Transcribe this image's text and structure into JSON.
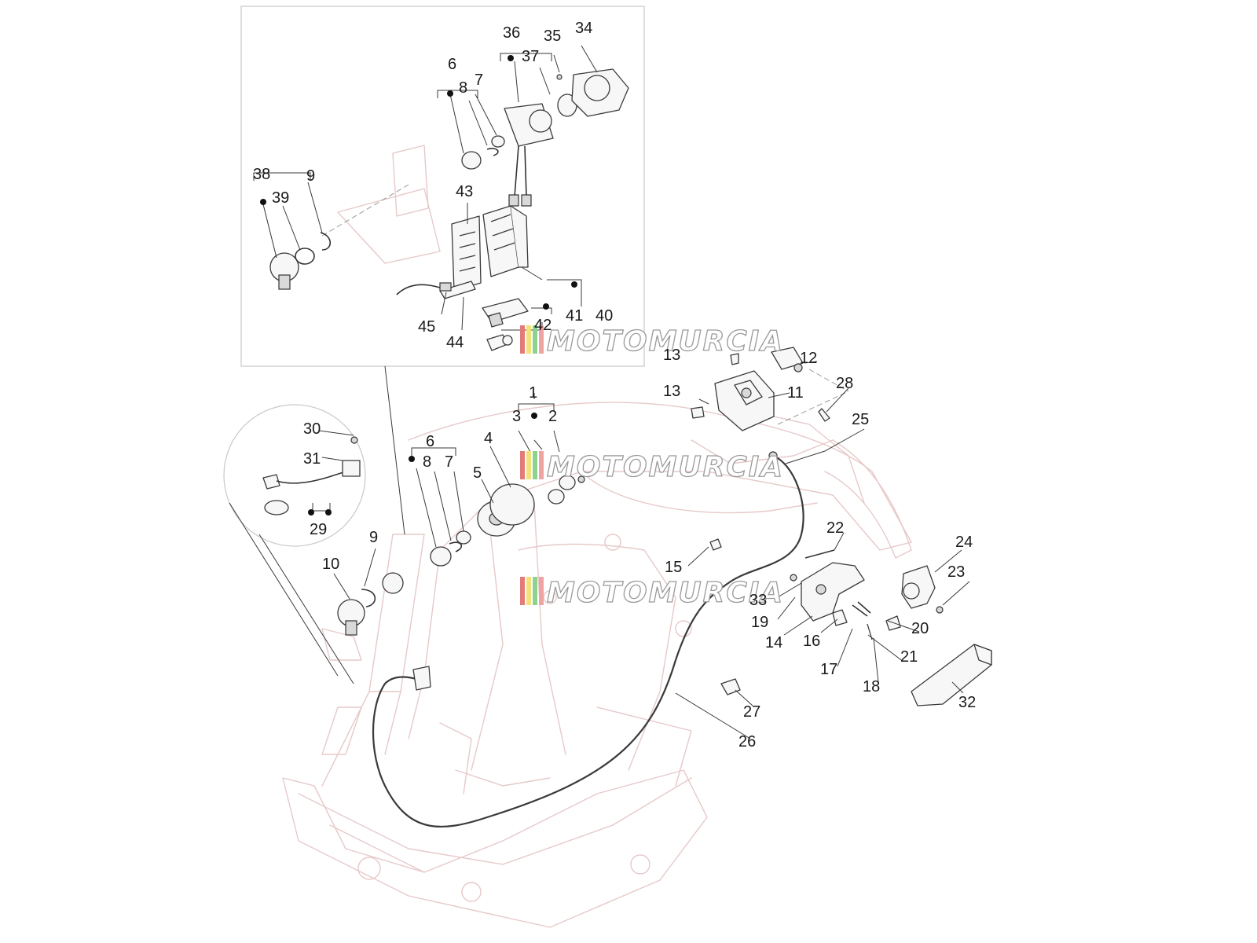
{
  "watermark": {
    "text": "MOTOMURCIA",
    "stripe_colors": [
      "#e47a7a",
      "#f1e37a",
      "#8fd18f",
      "#f0a3a3"
    ]
  },
  "colors": {
    "frame_ghost": "#e7c9c9",
    "part_line": "#3a3a3a",
    "label": "#1a1a1a"
  },
  "callouts": [
    "1",
    "2",
    "3",
    "4",
    "5",
    "6",
    "7",
    "8",
    "9",
    "10",
    "11",
    "12",
    "13",
    "14",
    "15",
    "16",
    "17",
    "18",
    "19",
    "20",
    "21",
    "22",
    "23",
    "24",
    "25",
    "26",
    "27",
    "28",
    "29",
    "30",
    "31",
    "32",
    "33",
    "34",
    "35",
    "36",
    "37",
    "38",
    "39",
    "40",
    "41",
    "42",
    "43",
    "44",
    "45"
  ]
}
